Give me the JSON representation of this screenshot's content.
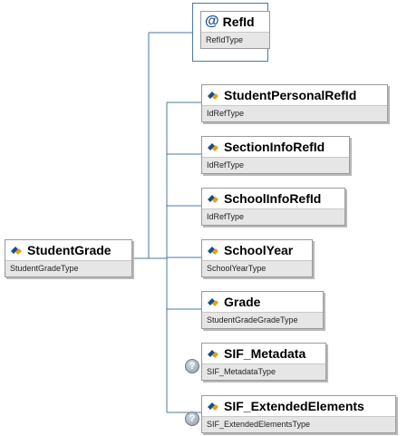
{
  "diagram": {
    "root": {
      "name": "StudentGrade",
      "type": "StudentGradeType"
    },
    "attribute": {
      "symbol": "@",
      "name": "RefId",
      "type": "RefIdType"
    },
    "children": [
      {
        "name": "StudentPersonalRefId",
        "type": "IdRefType",
        "optional": false
      },
      {
        "name": "SectionInfoRefId",
        "type": "IdRefType",
        "optional": false
      },
      {
        "name": "SchoolInfoRefId",
        "type": "IdRefType",
        "optional": false
      },
      {
        "name": "SchoolYear",
        "type": "SchoolYearType",
        "optional": false
      },
      {
        "name": "Grade",
        "type": "StudentGradeGradeType",
        "optional": false
      },
      {
        "name": "SIF_Metadata",
        "type": "SIF_MetadataType",
        "optional": true
      },
      {
        "name": "SIF_ExtendedElements",
        "type": "SIF_ExtendedElementsType",
        "optional": true
      }
    ],
    "optional_marker": "?",
    "colors": {
      "connector": "#4a7aa0",
      "icon_blue": "#1b4c86",
      "icon_gold": "#e2a21b",
      "type_bar": "#e6e6e6"
    }
  }
}
